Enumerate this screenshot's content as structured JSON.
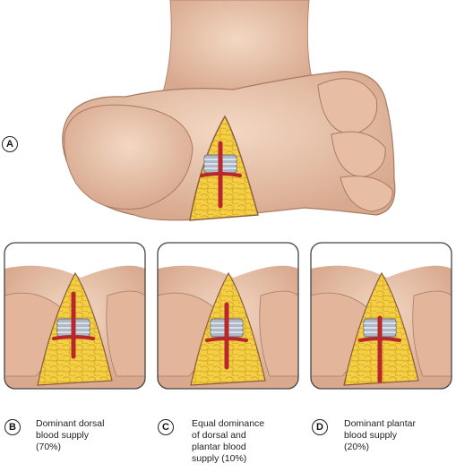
{
  "panels": [
    {
      "id": "main",
      "label": "A",
      "caption": ""
    },
    {
      "id": "b",
      "label": "B",
      "caption": "Dominant dorsal\nblood supply\n(70%)"
    },
    {
      "id": "c",
      "label": "C",
      "caption": "Equal dominance\nof dorsal and\nplantar blood\nsupply (10%)"
    },
    {
      "id": "d",
      "label": "D",
      "caption": "Dominant plantar\nblood supply\n(20%)"
    }
  ],
  "colors": {
    "skin": "#ecc9b0",
    "skin_shadow": "#d9a98c",
    "fat": "#f1cc3e",
    "fat_lobule": "#e2ad1f",
    "artery": "#b8272b",
    "tendon": "#aeb8c6",
    "frame": "#444444"
  }
}
